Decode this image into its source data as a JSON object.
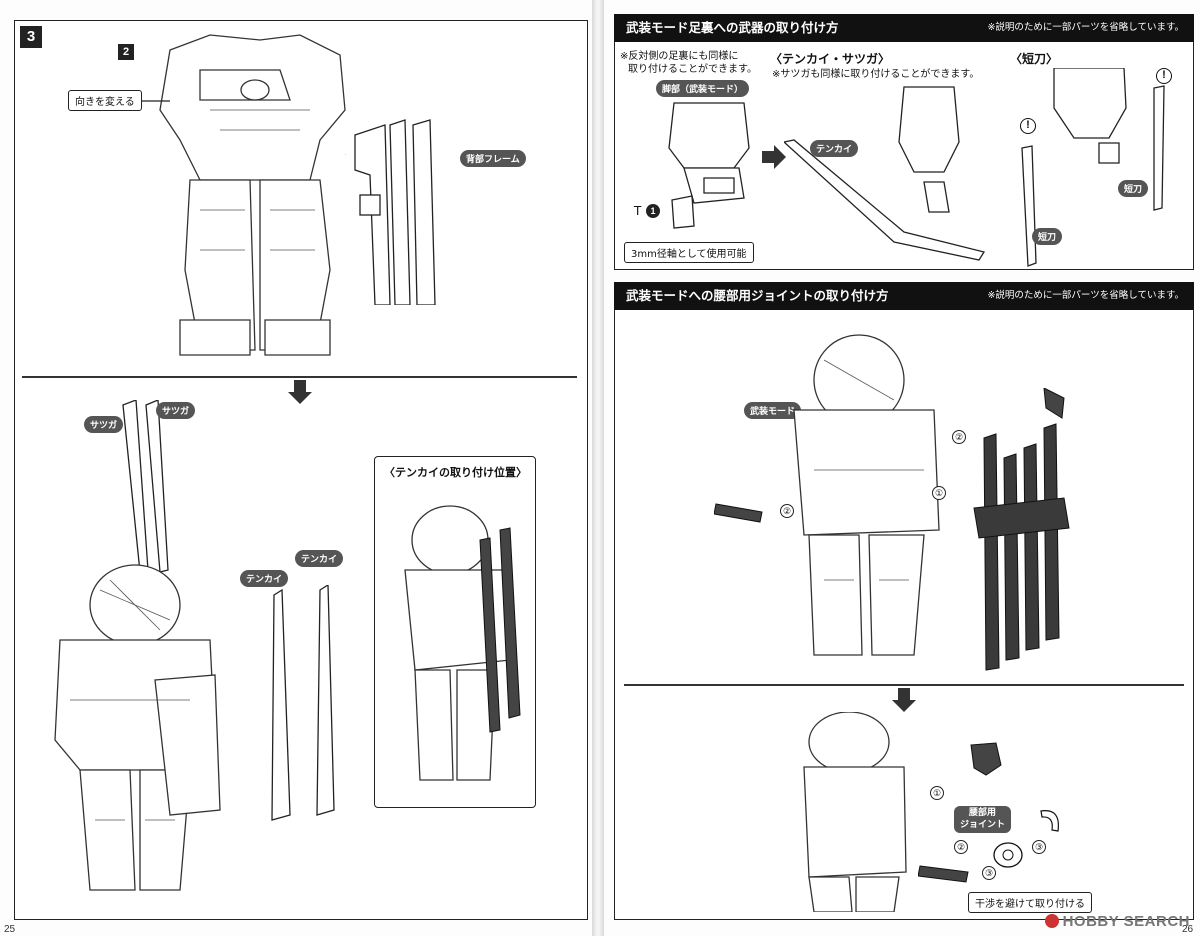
{
  "left_page": {
    "step_number": "3",
    "substep_number": "2",
    "labels": {
      "turn_direction": "向きを変える",
      "back_frame": "背部フレーム",
      "satsuga_1": "サツガ",
      "satsuga_2": "サツガ",
      "tenkai_1": "テンカイ",
      "tenkai_2": "テンカイ"
    },
    "tenkai_position_title": "〈テンカイの取り付け位置〉",
    "page_number": "25"
  },
  "right_page": {
    "section1": {
      "header": "武装モード足裏への武器の取り付け方",
      "note": "※説明のために一部パーツを省略しています。",
      "left_note_line1": "※反対側の足裏にも同様に",
      "left_note_line2": "取り付けることができます。",
      "leg_label": "脚部（武装モード）",
      "part_t": "T",
      "part_t_num": "1",
      "shaft_label": "3mm径軸として使用可能",
      "tenkai_satsuga_title": "〈テンカイ・サツガ〉",
      "tenkai_satsuga_note": "※サツガも同様に取り付けることができます。",
      "tenkai_label": "テンカイ",
      "tanto_title": "〈短刀〉",
      "tanto_label_1": "短刀",
      "tanto_label_2": "短刀",
      "caution_mark": "!"
    },
    "section2": {
      "header": "武装モードへの腰部用ジョイントの取り付け方",
      "note": "※説明のために一部パーツを省略しています。",
      "armed_mode_label": "武装モード",
      "step_1": "①",
      "step_2": "②",
      "step_3": "③",
      "waist_joint_line1": "腰部用",
      "waist_joint_line2": "ジョイント",
      "avoid_interference": "干渉を避けて取り付ける"
    },
    "page_number": "26",
    "watermark": "HOBBY SEARCH"
  },
  "colors": {
    "header_bg": "#111111",
    "pill_bg": "#555555",
    "line": "#222222"
  }
}
